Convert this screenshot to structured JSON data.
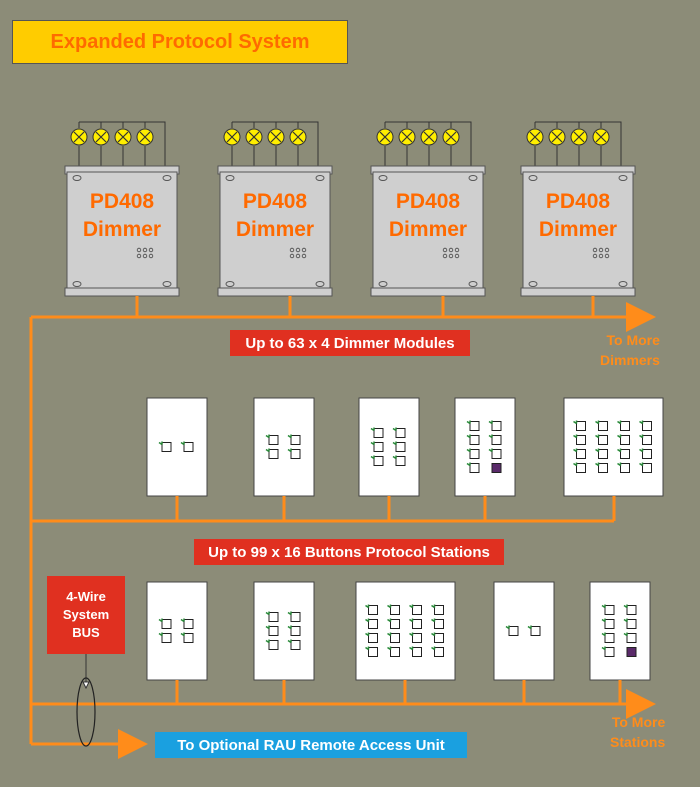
{
  "title": "Expanded Protocol System",
  "dimmers": [
    {
      "line1": "PD408",
      "line2": "Dimmer"
    },
    {
      "line1": "PD408",
      "line2": "Dimmer"
    },
    {
      "line1": "PD408",
      "line2": "Dimmer"
    },
    {
      "line1": "PD408",
      "line2": "Dimmer"
    }
  ],
  "labels": {
    "dimmer_modules": "Up to 63 x 4 Dimmer Modules",
    "protocol_stations": "Up to 99 x 16 Buttons Protocol Stations",
    "to_more_dimmers_1": "To More",
    "to_more_dimmers_2": "Dimmers",
    "to_more_stations_1": "To More",
    "to_more_stations_2": "Stations",
    "wire_bus_1": "4-Wire",
    "wire_bus_2": "System",
    "wire_bus_3": "BUS",
    "rau": "To Optional RAU Remote Access Unit"
  },
  "colors": {
    "bus": "#ff8c1a",
    "lamp": "#ffee00",
    "dimmer_text": "#ff6a00",
    "station_button": "#2a8a3a",
    "station_indicator": "#5a2a6a"
  }
}
